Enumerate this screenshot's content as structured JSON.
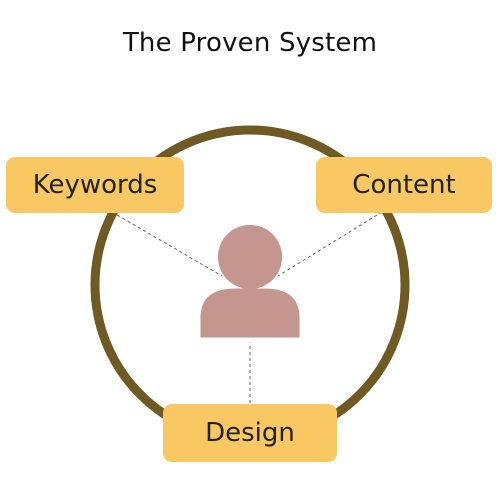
{
  "title": "The Proven System",
  "nodes": {
    "keywords": "Keywords",
    "content": "Content",
    "design": "Design"
  },
  "colors": {
    "ring": "#6e5a22",
    "pill": "#f9c862",
    "person": "#c4968f",
    "connector": "#666666"
  },
  "center_icon": "person-icon"
}
